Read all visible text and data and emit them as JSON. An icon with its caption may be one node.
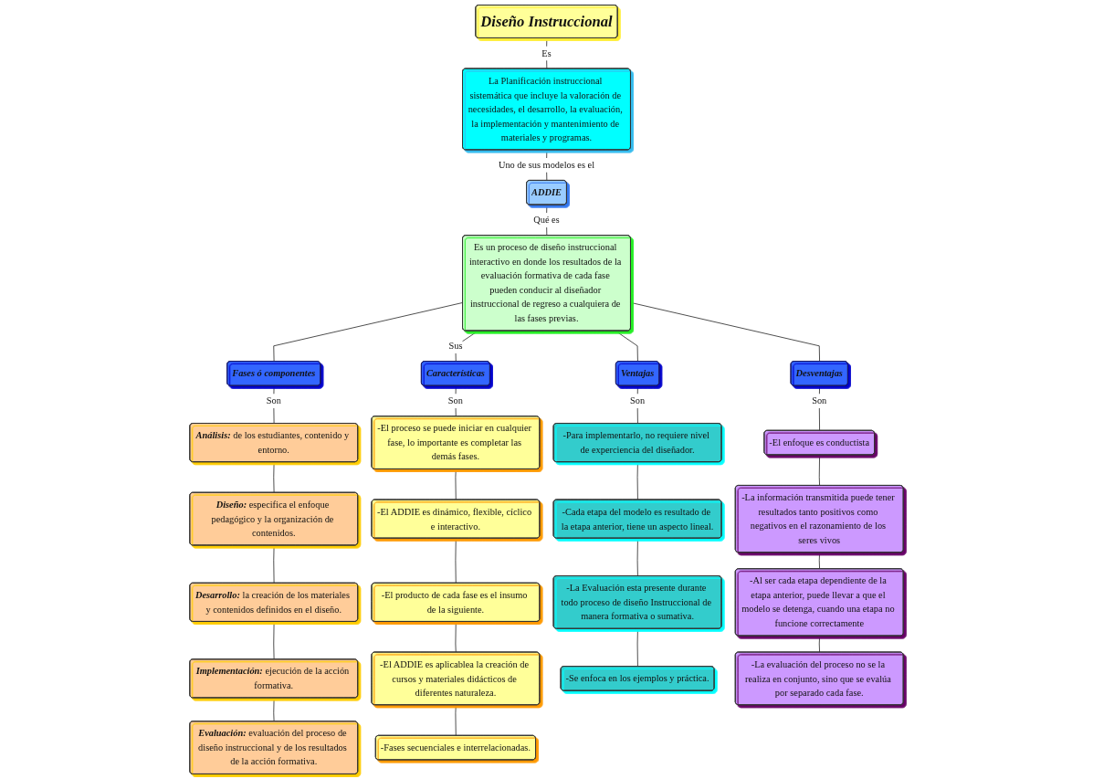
{
  "diagram": {
    "nodes": [
      {
        "text": [
          "Diseño Instruccional"
        ]
      },
      {
        "text": [
          "La Planificación instruccional sistemática que incluye la valoración de necesidades, el desarrollo, la evaluación, la implementación y mantenimiento de materiales y programas."
        ]
      },
      {
        "text": [
          "ADDIE"
        ]
      },
      {
        "text": [
          "Es un proceso de diseño instruccional interactivo en donde los resultados de la evaluación formativa de cada fase pueden conducir al diseñador instruccional de regreso a cualquiera de las fases previas."
        ]
      },
      {
        "text": [
          "Fases ó componentes"
        ]
      },
      {
        "text": [
          "Características"
        ]
      },
      {
        "text": [
          "Ventajas"
        ]
      },
      {
        "text": [
          "Desventajas"
        ]
      },
      {
        "text": [
          "**Análisis:** de los estudiantes, contenido y entorno."
        ]
      },
      {
        "text": [
          "**Diseño:** especifica el enfoque pedagógico y la organización de contenidos."
        ]
      },
      {
        "text": [
          "**Desarrollo:** la creación de los materiales y contenidos definidos en el diseño."
        ]
      },
      {
        "text": [
          "**Implementación:** ejecución de la acción formativa."
        ]
      },
      {
        "text": [
          "**Evaluación:** evaluación del proceso de diseño instruccional y de los resultados de la acción formativa."
        ]
      },
      {
        "text": [
          "-El proceso se puede iniciar en cualquier fase, lo importante es completar las demás fases."
        ]
      },
      {
        "text": [
          "-El ADDIE es dinámico, flexible, cíclico e interactivo."
        ]
      },
      {
        "text": [
          "-El producto de cada fase es el insumo de la siguiente."
        ]
      },
      {
        "text": [
          "-El ADDIE es aplicablea la creación de cursos y materiales didácticos de diferentes naturaleza."
        ]
      },
      {
        "text": [
          "-Fases secuenciales e interrelacionadas."
        ]
      },
      {
        "text": [
          "-Para implementarlo, no requiere nivel de experciencia del diseñador."
        ]
      },
      {
        "text": [
          "-Cada etapa del modelo es resultado de la etapa anterior, tiene un aspecto lineal."
        ]
      },
      {
        "text": [
          "-La Evaluación esta presente durante todo proceso de diseño Instruccional de manera formativa o sumativa."
        ]
      },
      {
        "text": [
          "-Se enfoca en los ejemplos y práctica."
        ]
      },
      {
        "text": [
          "-El enfoque es conductista"
        ]
      },
      {
        "text": [
          "-La información transmitida puede tener resultados tanto positivos como negativos en el razonamiento de los seres vivos"
        ]
      },
      {
        "text": [
          "-Al ser cada etapa dependiente de la etapa anterior, puede llevar a que el modelo se detenga, cuando una etapa no funcione correctamente"
        ]
      },
      {
        "text": [
          "-La evaluación del proceso no se la realiza en conjunto, sino que se evalúa por separado cada fase."
        ]
      }
    ],
    "edges": [
      {
        "from": 0,
        "to": 1,
        "arrow": "none",
        "label": "Es"
      },
      {
        "from": 1,
        "to": 2,
        "arrow": "none",
        "label": "Uno de sus modelos es el"
      },
      {
        "from": 2,
        "to": 3,
        "arrow": "none",
        "label": "Qué es"
      },
      {
        "from": 3,
        "to": 4,
        "arrow": "none"
      },
      {
        "from": 3,
        "to": 5,
        "arrow": "none",
        "label": "Sus"
      },
      {
        "from": 3,
        "to": 6,
        "arrow": "none"
      },
      {
        "from": 3,
        "to": 7,
        "arrow": "none"
      },
      {
        "from": 4,
        "to": 8,
        "arrow": "none",
        "label": "Son"
      },
      {
        "from": 8,
        "to": 9,
        "arrow": "none"
      },
      {
        "from": 9,
        "to": 10,
        "arrow": "none"
      },
      {
        "from": 10,
        "to": 11,
        "arrow": "none"
      },
      {
        "from": 11,
        "to": 12,
        "arrow": "none"
      },
      {
        "from": 5,
        "to": 13,
        "arrow": "none",
        "label": "Son"
      },
      {
        "from": 13,
        "to": 14,
        "arrow": "none"
      },
      {
        "from": 14,
        "to": 15,
        "arrow": "none"
      },
      {
        "from": 15,
        "to": 16,
        "arrow": "none"
      },
      {
        "from": 16,
        "to": 17,
        "arrow": "none"
      },
      {
        "from": 6,
        "to": 18,
        "arrow": "none",
        "label": "Son"
      },
      {
        "from": 18,
        "to": 19,
        "arrow": "none"
      },
      {
        "from": 19,
        "to": 20,
        "arrow": "none"
      },
      {
        "from": 20,
        "to": 21,
        "arrow": "none"
      },
      {
        "from": 7,
        "to": 22,
        "arrow": "none",
        "label": "Son"
      },
      {
        "from": 22,
        "to": 23,
        "arrow": "none"
      },
      {
        "from": 23,
        "to": 24,
        "arrow": "none"
      },
      {
        "from": 24,
        "to": 25,
        "arrow": "none"
      }
    ]
  }
}
